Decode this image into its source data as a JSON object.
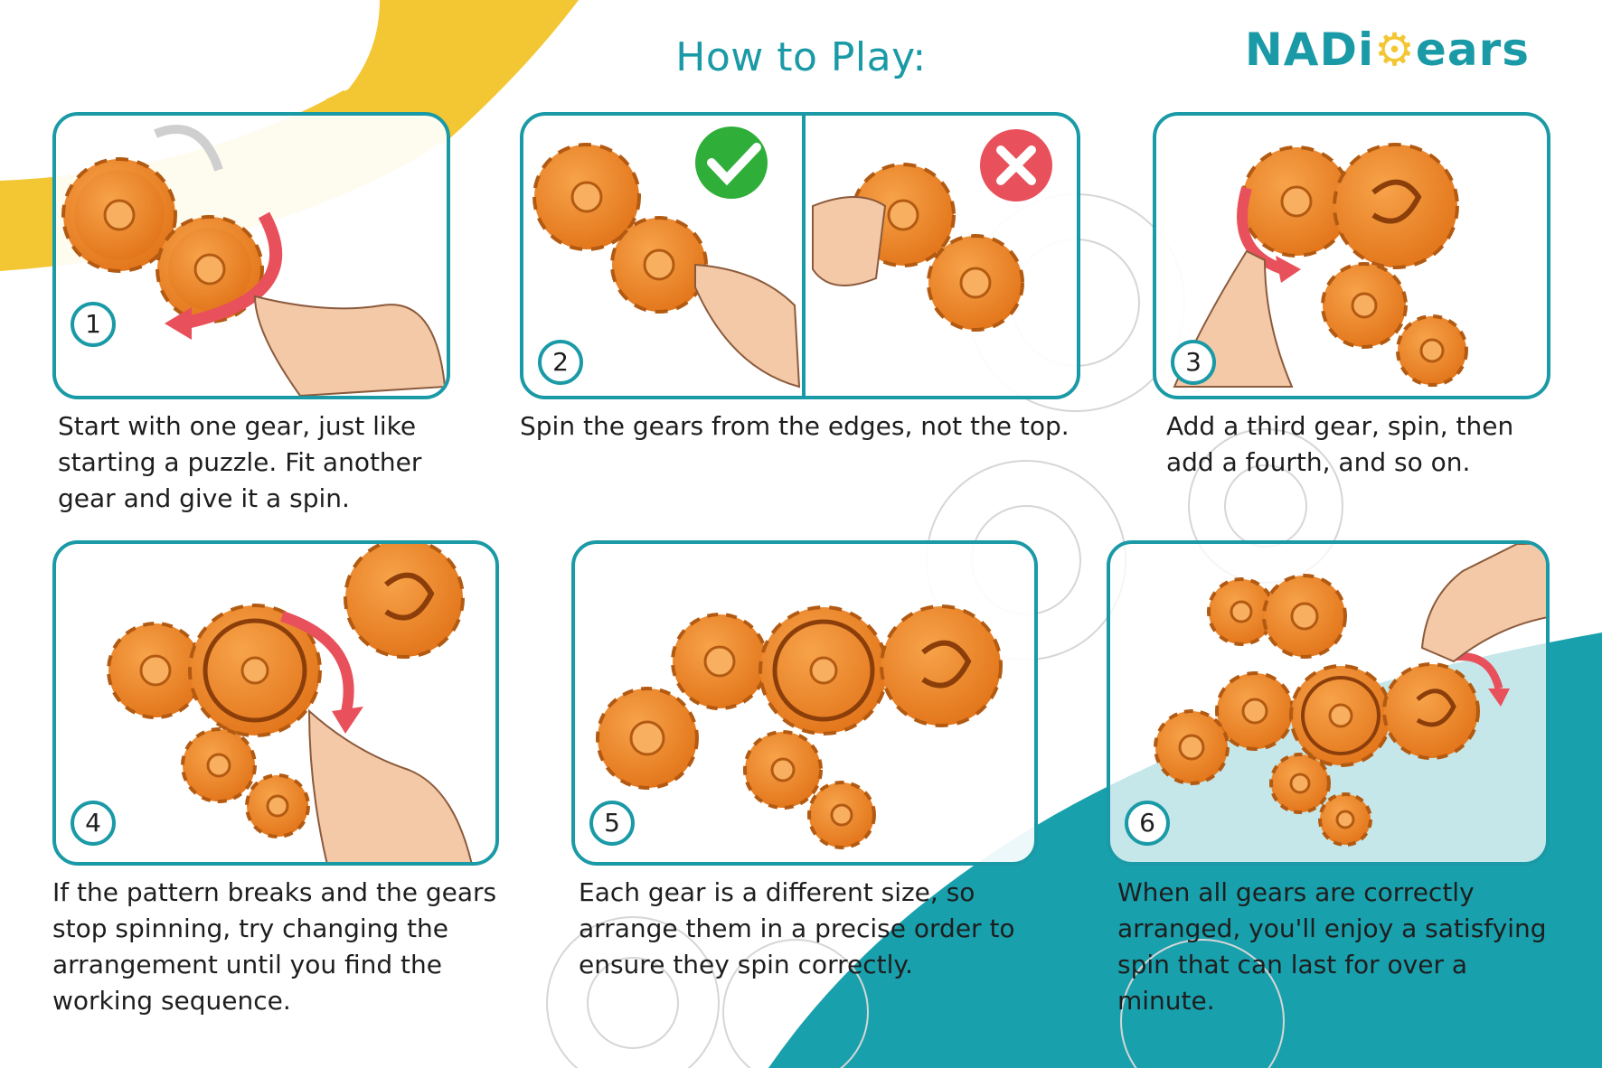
{
  "title": "How to Play:",
  "logo": {
    "part1": "NADi",
    "part2": "ears"
  },
  "colors": {
    "teal": "#1a9aa6",
    "yellow": "#f3c633",
    "gear_orange": "#f08a2a",
    "arrow_red": "#e8505b",
    "check_green": "#2fae3a"
  },
  "steps": [
    {
      "number": "1",
      "caption": "Start with one gear, just like\nstarting a puzzle. Fit another\ngear and give it a spin."
    },
    {
      "number": "2",
      "caption": "Spin the gears from the edges, not the top."
    },
    {
      "number": "3",
      "caption": "Add a third gear, spin, then\nadd a fourth, and so on."
    },
    {
      "number": "4",
      "caption": "If the pattern breaks and the gears\nstop spinning, try changing the\narrangement until you find the\nworking sequence."
    },
    {
      "number": "5",
      "caption": "Each gear is a different size, so\narrange them in a precise order to\nensure they spin correctly."
    },
    {
      "number": "6",
      "caption": "When all gears are correctly\narranged, you'll enjoy a satisfying\nspin that can last for over a\nminute."
    }
  ],
  "icons": [
    "check-icon",
    "cross-icon",
    "gear-icon",
    "rotation-arrow-icon",
    "hand-icon"
  ]
}
